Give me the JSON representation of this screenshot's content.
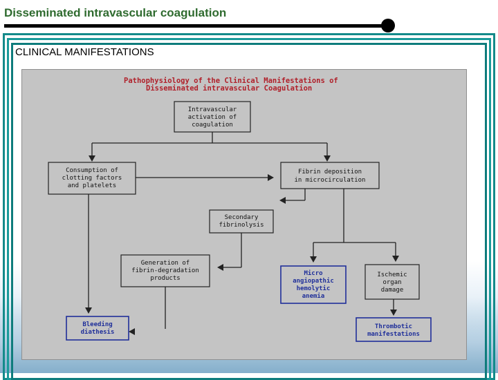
{
  "slide": {
    "title": "Disseminated intravascular coagulation",
    "section": "CLINICAL MANIFESTATIONS"
  },
  "diagram": {
    "title_line1": "Pathophysiology of the Clinical Manifestations of",
    "title_line2": "Disseminated intravascular Coagulation",
    "nodes": {
      "activation": [
        "Intravascular",
        "activation of",
        "coagulation"
      ],
      "consumption": [
        "Consumption of",
        "clotting factors",
        "and platelets"
      ],
      "fibrin_deposition": [
        "Fibrin deposition",
        "in microcirculation"
      ],
      "secondary_fibrinolysis": [
        "Secondary",
        "fibrinolysis"
      ],
      "fdp_generation": [
        "Generation of",
        "fibrin-degradation",
        "products"
      ],
      "microangiopathic": [
        "Micro",
        "angiopathic",
        "hemolytic",
        "anemia"
      ],
      "ischemic": [
        "Ischemic",
        "organ",
        "damage"
      ],
      "bleeding": [
        "Bleeding",
        "diathesis"
      ],
      "thrombotic": [
        "Thrombotic",
        "manifestations"
      ]
    },
    "colors": {
      "panel": "#c4c4c4",
      "title_red": "#b0202a",
      "emphasis_blue": "#1f2f9a",
      "slide_title_green": "#2f6b2f",
      "frame_teal": "#1a9a9a"
    }
  }
}
